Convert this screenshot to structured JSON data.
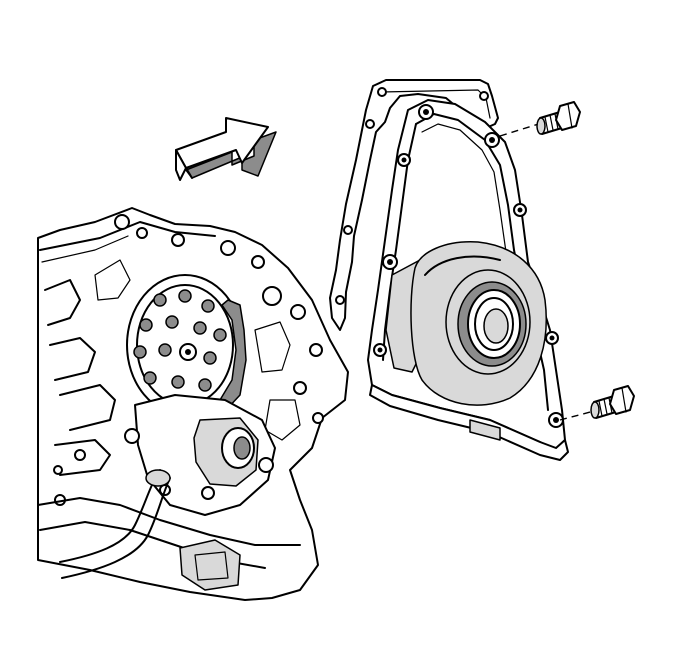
{
  "diagram": {
    "components": [
      {
        "id": "engine-block",
        "icon": "engine-block-drawing"
      },
      {
        "id": "timing-chain-sprocket",
        "icon": "sprocket-drawing"
      },
      {
        "id": "oil-pump",
        "icon": "oil-pump-drawing"
      },
      {
        "id": "front-cover-gasket",
        "icon": "gasket-outline"
      },
      {
        "id": "engine-front-cover",
        "icon": "front-cover-drawing"
      },
      {
        "id": "crankshaft-seal",
        "icon": "seal-ring-drawing"
      },
      {
        "id": "bolt-upper",
        "icon": "bolt-drawing"
      },
      {
        "id": "bolt-lower",
        "icon": "bolt-drawing"
      }
    ],
    "direction_arrow": {
      "icon": "install-direction-arrow",
      "points": "right"
    },
    "colors": {
      "line": "#000000",
      "background": "#ffffff",
      "light_shade": "#d9d9d9",
      "dark_shade": "#8c8c8c"
    }
  }
}
